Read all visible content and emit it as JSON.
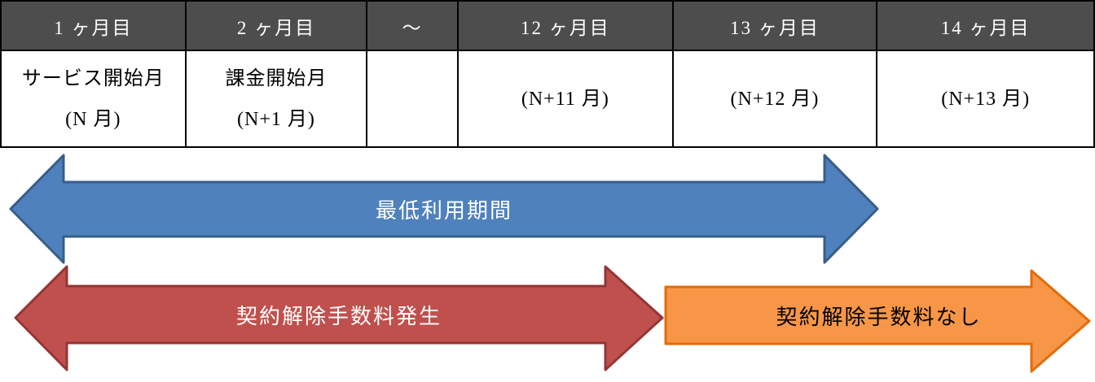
{
  "table": {
    "headers": [
      "1 ヶ月目",
      "2 ヶ月目",
      "～",
      "12 ヶ月目",
      "13 ヶ月目",
      "14 ヶ月目"
    ],
    "cells": [
      {
        "line1": "サービス開始月",
        "line2": "(N 月)"
      },
      {
        "line1": "課金開始月",
        "line2": "(N+1 月)"
      },
      {
        "line1": "",
        "line2": ""
      },
      {
        "single": "(N+11 月)"
      },
      {
        "single": "(N+12 月)"
      },
      {
        "single": "(N+13 月)"
      }
    ],
    "header_bg": "#4d4d4d",
    "header_text_color": "#ffffff",
    "border_color": "#000000"
  },
  "arrows": {
    "minimum_period": {
      "label": "最低利用期間",
      "fill": "#4f81bd",
      "border": "#385d8a",
      "text_color": "#ffffff",
      "direction": "both"
    },
    "cancellation_fee": {
      "label": "契約解除手数料発生",
      "fill": "#c0504d",
      "border": "#943634",
      "text_color": "#ffffff",
      "direction": "both"
    },
    "no_cancellation_fee": {
      "label": "契約解除手数料なし",
      "fill": "#f79646",
      "border": "#e36c0a",
      "text_color": "#000000",
      "direction": "right"
    }
  }
}
